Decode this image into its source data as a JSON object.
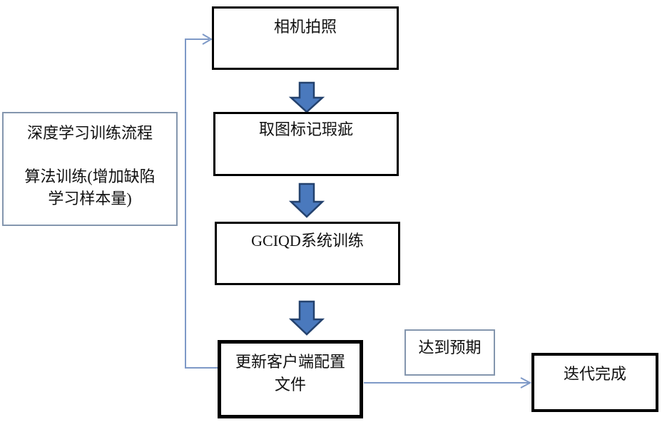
{
  "flowchart": {
    "nodes": {
      "camera": {
        "label": "相机拍照"
      },
      "mark_defects": {
        "label": "取图标记瑕疵"
      },
      "gciqd_training": {
        "label": "GCIQD系统训练"
      },
      "update_client_config": {
        "line1": "更新客户端配置",
        "line2": "文件"
      },
      "side_note": {
        "line1": "深度学习训练流程",
        "line2": "算法训练(增加缺陷",
        "line3": "学习样本量)"
      },
      "expectation_label": {
        "label": "达到预期"
      },
      "iteration_done": {
        "label": "迭代完成"
      }
    },
    "colors": {
      "arrow_fill": "#4A79BD",
      "arrow_stroke": "#24426E",
      "connector": "#7E99C7",
      "flow_box_border": "#000000",
      "note_box_border": "#8496AE"
    }
  }
}
